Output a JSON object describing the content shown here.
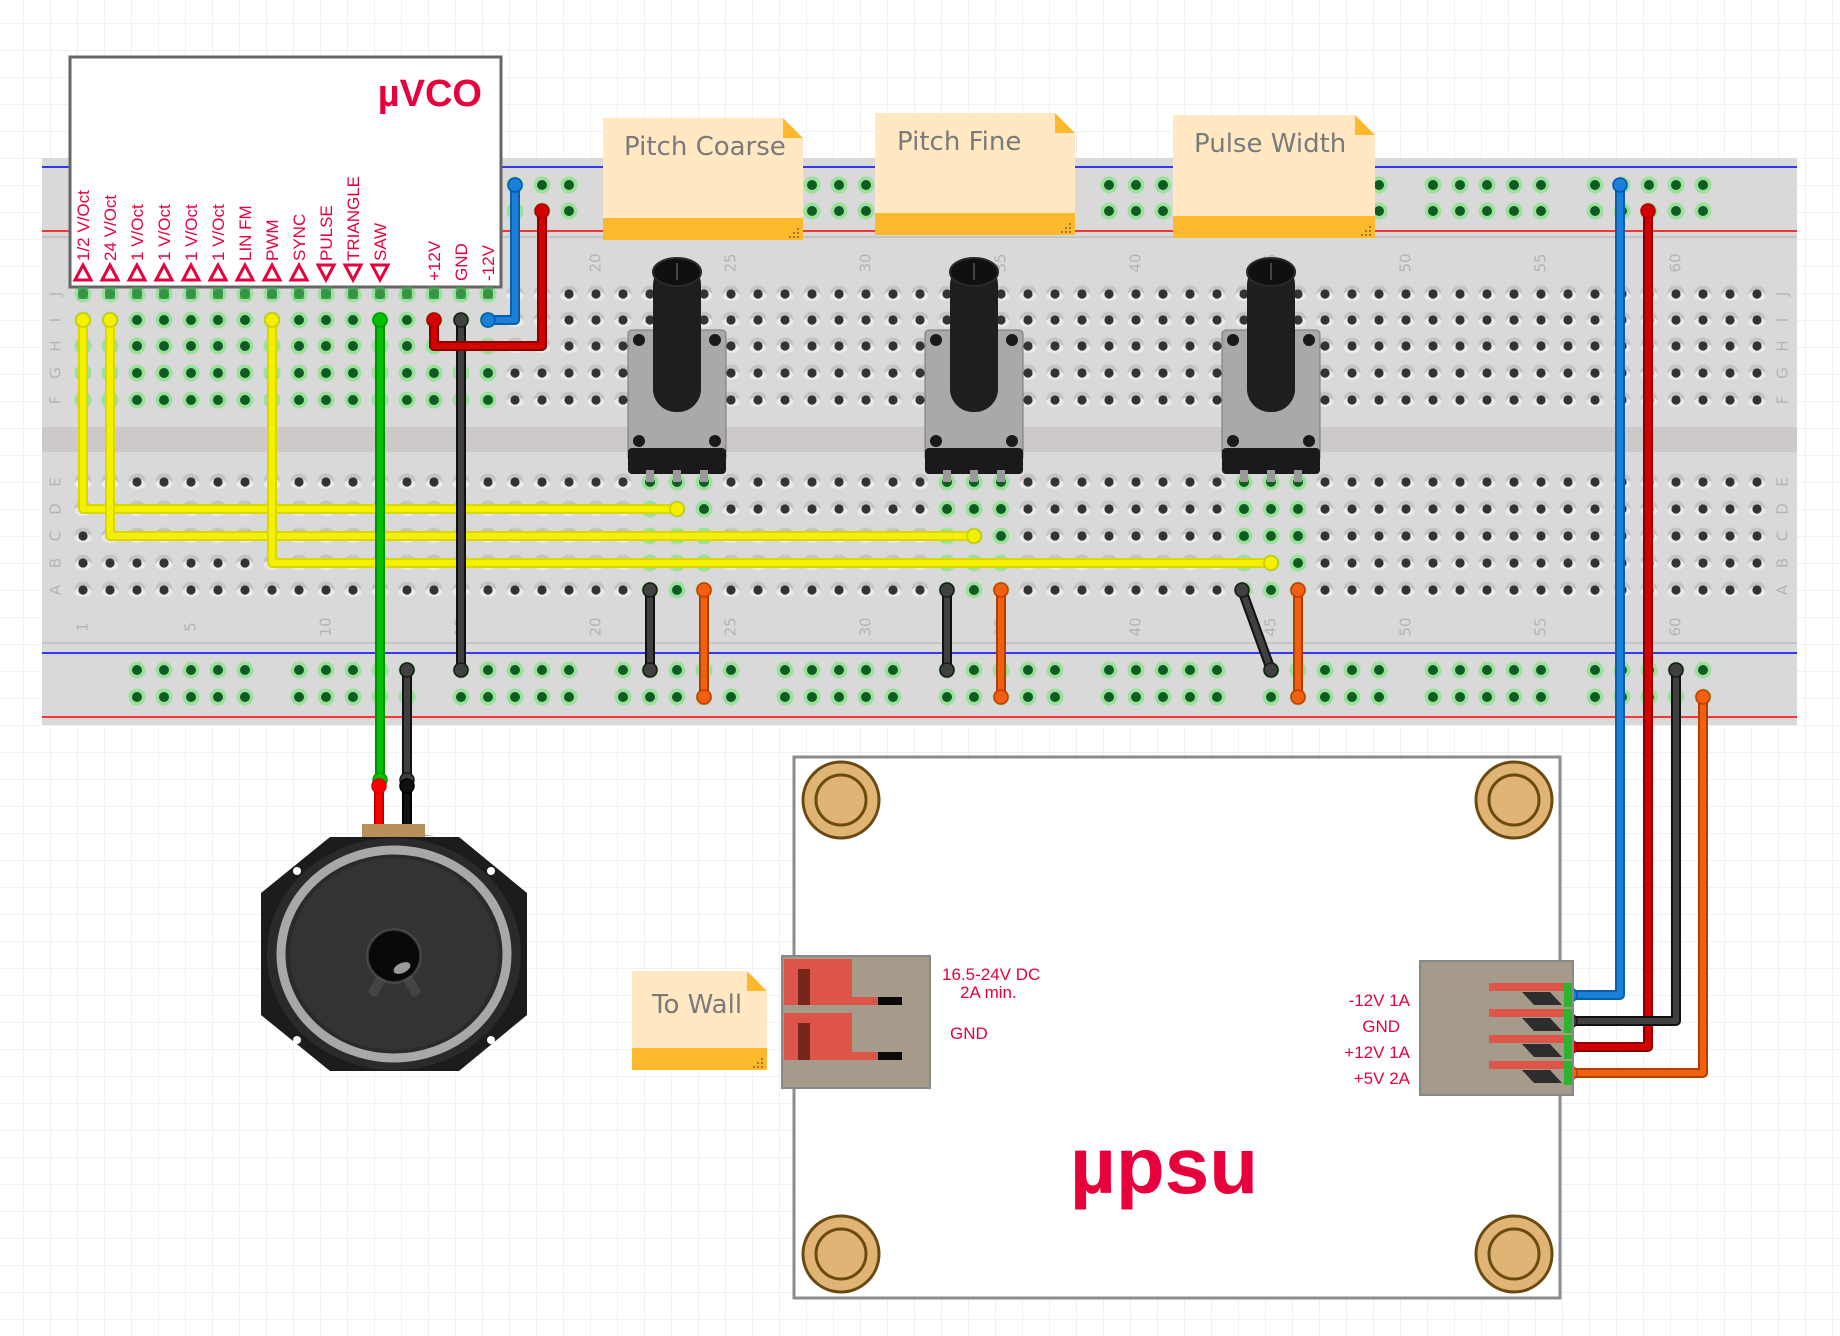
{
  "vco": {
    "title": "µVCO",
    "pins": [
      {
        "label": "1/2 V/Oct",
        "dir": "in"
      },
      {
        "label": "24 V/Oct",
        "dir": "in"
      },
      {
        "label": "1 V/Oct",
        "dir": "in"
      },
      {
        "label": "1 V/Oct",
        "dir": "in"
      },
      {
        "label": "1 V/Oct",
        "dir": "in"
      },
      {
        "label": "1 V/Oct",
        "dir": "in"
      },
      {
        "label": "LIN FM",
        "dir": "in"
      },
      {
        "label": "PWM",
        "dir": "in"
      },
      {
        "label": "SYNC",
        "dir": "in"
      },
      {
        "label": "PULSE",
        "dir": "out"
      },
      {
        "label": "TRIANGLE",
        "dir": "out"
      },
      {
        "label": "SAW",
        "dir": "out"
      },
      {
        "label": "",
        "dir": "none"
      },
      {
        "label": "+12V",
        "dir": "none"
      },
      {
        "label": "GND",
        "dir": "none"
      },
      {
        "label": "-12V",
        "dir": "none"
      }
    ]
  },
  "notes": [
    {
      "id": "pitch-coarse",
      "text": "Pitch Coarse"
    },
    {
      "id": "pitch-fine",
      "text": "Pitch Fine"
    },
    {
      "id": "pulse-width",
      "text": "Pulse Width"
    },
    {
      "id": "to-wall",
      "text": "To Wall"
    }
  ],
  "breadboard": {
    "columns": 63,
    "row_labels_top": [
      "J",
      "I",
      "H",
      "G",
      "F"
    ],
    "row_labels_bottom": [
      "E",
      "D",
      "C",
      "B",
      "A"
    ],
    "column_number_labels": [
      "1",
      "5",
      "10",
      "15",
      "20",
      "25",
      "30",
      "35",
      "40",
      "45",
      "50",
      "55",
      "60"
    ]
  },
  "psu": {
    "title": "µpsu",
    "input_label_line1": "16.5-24V DC",
    "input_label_line2": "2A min.",
    "input_gnd_label": "GND",
    "outputs": [
      "-12V 1A",
      "GND",
      "+12V 1A",
      "+5V 2A"
    ]
  },
  "colors": {
    "label_red": "#e8003d",
    "wire_yellow": "#f5f000",
    "wire_green": "#00c000",
    "wire_black": "#404040",
    "wire_red": "#d40000",
    "wire_blue": "#1a7fd8",
    "wire_orange": "#f06010",
    "note_body": "#ffe8c2",
    "note_accent": "#fdb92e"
  }
}
